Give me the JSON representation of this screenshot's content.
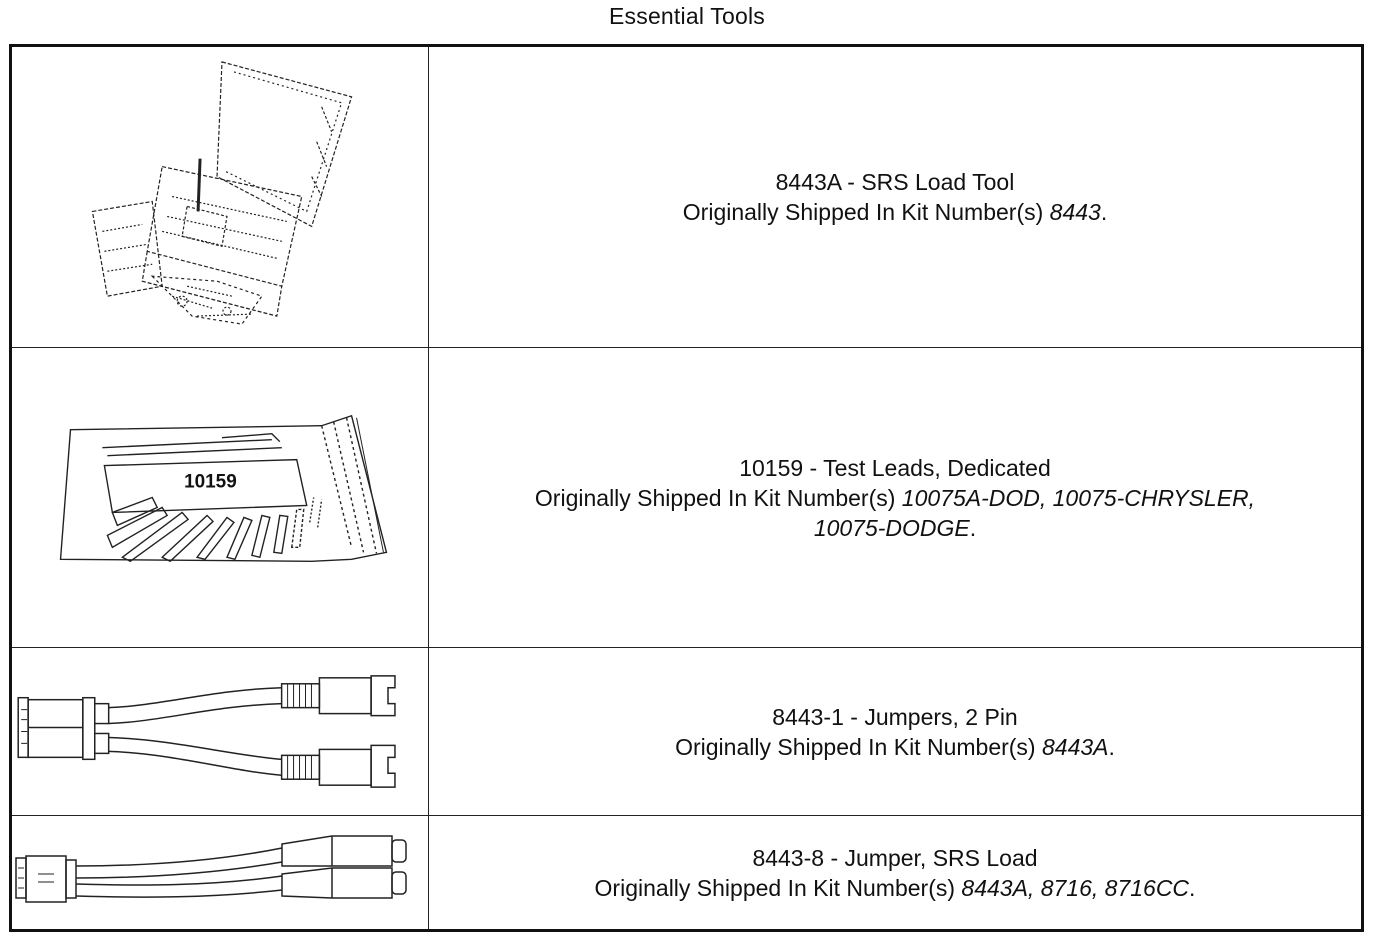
{
  "page": {
    "title": "Essential Tools"
  },
  "tools": [
    {
      "name_line": "8443A - SRS Load Tool",
      "kit_prefix": "Originally Shipped In Kit Number(s)",
      "kits_line1": "8443",
      "kits_line2": "",
      "kit_suffix": ".",
      "figure_label": "",
      "figure_code": "",
      "illustration": "srs-load-tool-kit-illustration"
    },
    {
      "name_line": "10159 - Test Leads, Dedicated",
      "kit_prefix": "Originally Shipped In Kit Number(s)",
      "kits_line1": "10075A-DOD, 10075-CHRYSLER,",
      "kits_line2": "10075-DODGE",
      "kit_suffix": ".",
      "figure_label": "10159",
      "figure_code": "",
      "illustration": "test-leads-bag-illustration"
    },
    {
      "name_line": "8443-1 - Jumpers, 2 Pin",
      "kit_prefix": "Originally Shipped In Kit Number(s)",
      "kits_line1": "8443A",
      "kits_line2": "",
      "kit_suffix": ".",
      "figure_label": "",
      "figure_code": "",
      "illustration": "two-pin-jumper-illustration"
    },
    {
      "name_line": "8443-8 - Jumper, SRS Load",
      "kit_prefix": "Originally Shipped In Kit Number(s)",
      "kits_line1": "8443A, 8716, 8716CC",
      "kits_line2": "",
      "kit_suffix": ".",
      "figure_label": "",
      "figure_code": "",
      "illustration": "srs-load-jumper-illustration"
    }
  ]
}
